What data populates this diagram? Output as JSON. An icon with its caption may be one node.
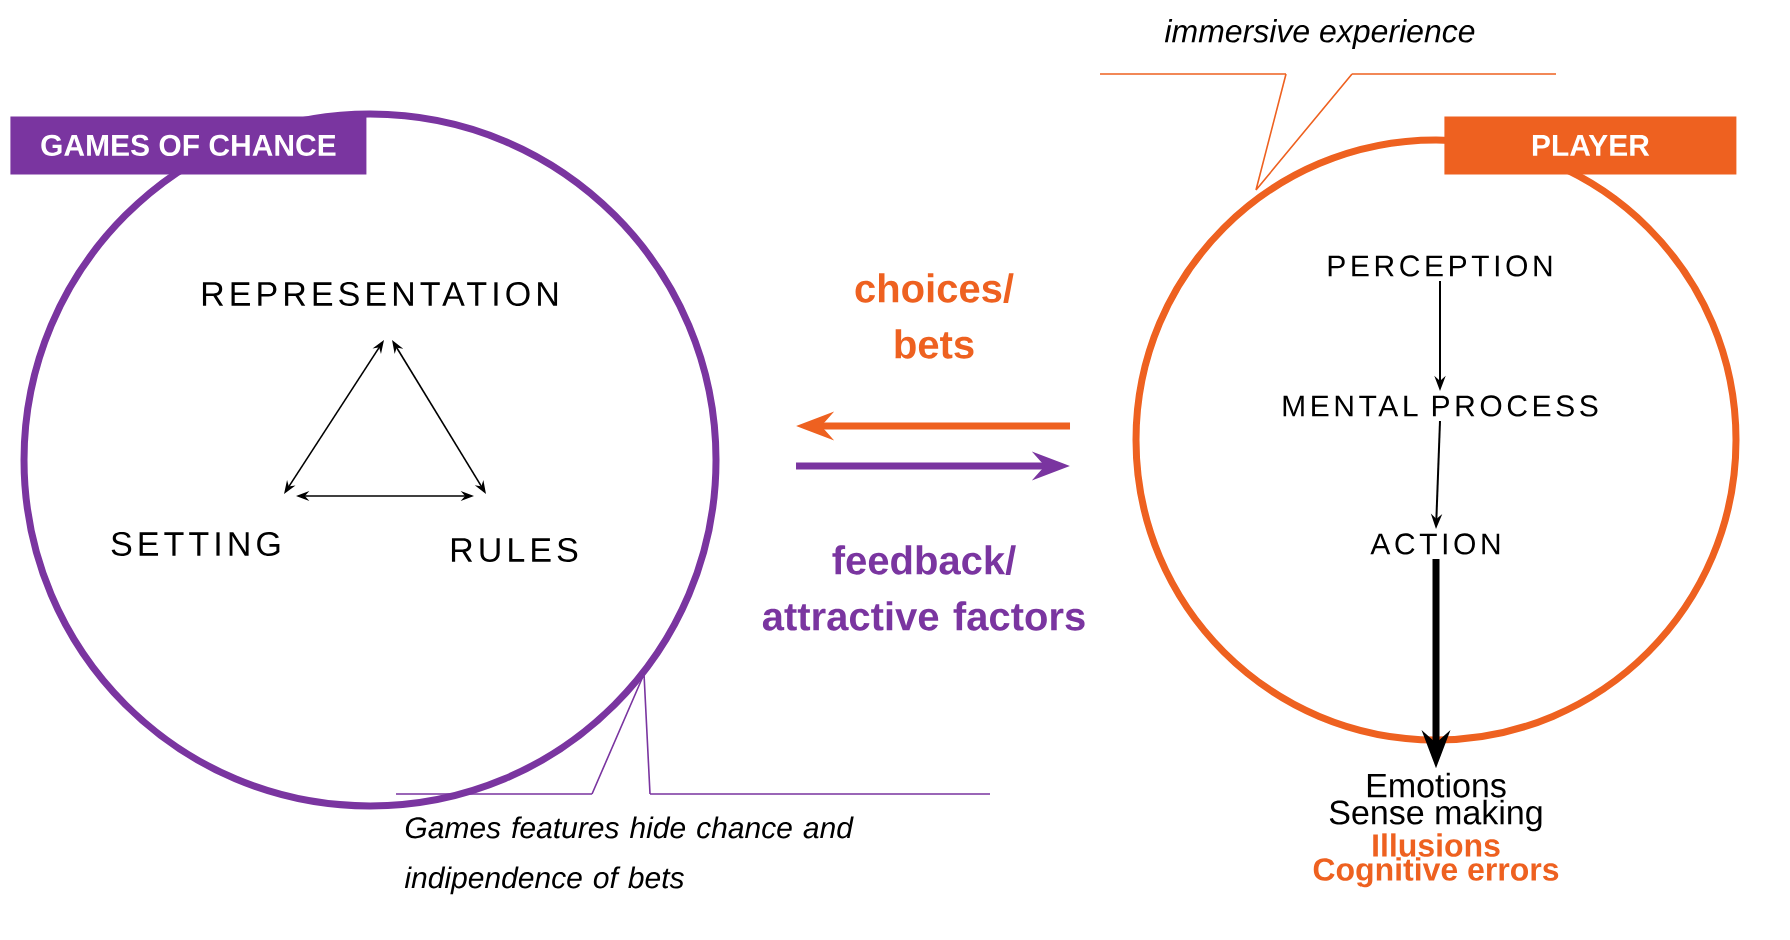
{
  "diagram": {
    "nodes": [
      {
        "text": [
          "GAMES OF CHANCE"
        ]
      },
      {
        "text": [
          "REPRESENTATION"
        ],
        "in": 0
      },
      {
        "text": [
          "SETTING"
        ],
        "in": 0
      },
      {
        "text": [
          "RULES"
        ],
        "in": 0
      },
      {
        "text": [
          "PLAYER"
        ]
      },
      {
        "text": [
          "PERCEPTION"
        ],
        "in": 4
      },
      {
        "text": [
          "MENTAL PROCESS"
        ],
        "in": 4
      },
      {
        "text": [
          "ACTION"
        ],
        "in": 4
      },
      {
        "text": [
          "Emotions",
          "Sense making",
          "Illusions",
          "Cognitive errors"
        ]
      },
      {
        "text": [
          "immersive experience"
        ]
      },
      {
        "text": [
          "Games features hide chance and indipendence of bets"
        ]
      }
    ],
    "edges": [
      {
        "from": 1,
        "to": 2,
        "arrow": "both"
      },
      {
        "from": 1,
        "to": 3,
        "arrow": "both"
      },
      {
        "from": 2,
        "to": 3,
        "arrow": "both"
      },
      {
        "from": 4,
        "to": 0,
        "arrow": "to",
        "label": "choices/ bets",
        "style": "thick",
        "color": "#ee6120"
      },
      {
        "from": 0,
        "to": 4,
        "arrow": "to",
        "label": "feedback/ attractive factors",
        "style": "thick",
        "color": "#7a35a0"
      },
      {
        "from": 5,
        "to": 6,
        "arrow": "to"
      },
      {
        "from": 6,
        "to": 7,
        "arrow": "to"
      },
      {
        "from": 7,
        "to": 8,
        "arrow": "to",
        "style": "thick"
      },
      {
        "from": 9,
        "to": 4,
        "arrow": "none",
        "color": "#ee6120"
      },
      {
        "from": 10,
        "to": 0,
        "arrow": "none",
        "color": "#7a35a0"
      }
    ]
  }
}
